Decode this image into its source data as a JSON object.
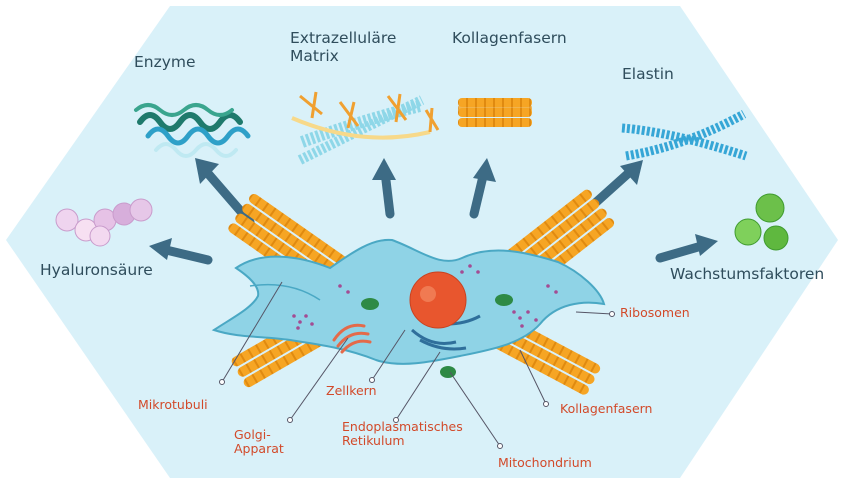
{
  "products": {
    "enzyme": "Enzyme",
    "ecm": "Extrazelluläre\nMatrix",
    "kollagen": "Kollagenfasern",
    "elastin": "Elastin",
    "hyaluron": "Hyaluronsäure",
    "wachstum": "Wachstumsfaktoren"
  },
  "parts": {
    "ribosomen": "Ribosomen",
    "mikrotubuli": "Mikrotubuli",
    "zellkern": "Zellkern",
    "golgi": "Golgi-\nApparat",
    "er": "Endoplasmatisches\nRetikulum",
    "kollagen": "Kollagenfasern",
    "mito": "Mitochondrium"
  },
  "colors": {
    "background": "#d9f1f9",
    "arrow": "#3d6b85",
    "cell": "#8fd3e6",
    "nucleus": "#e8562e",
    "fiber": "#f6a524",
    "label_dark": "#2f4d5c",
    "label_red": "#d24a2a"
  }
}
